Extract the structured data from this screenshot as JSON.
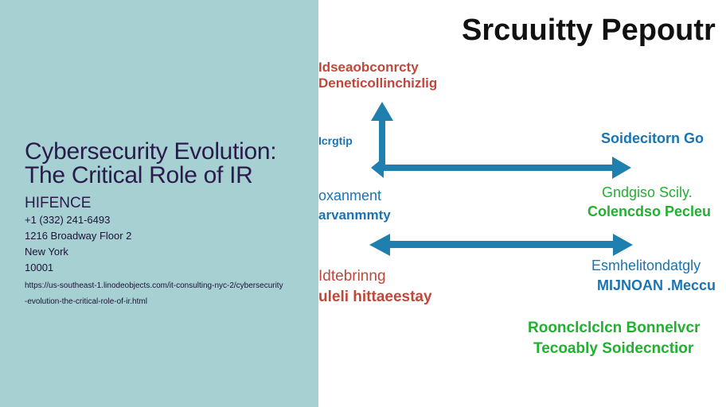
{
  "info": {
    "title": "Cybersecurity Evolution: The Critical Role of IR",
    "company": "HIFENCE",
    "phone": "+1 (332) 241-6493",
    "address": "1216 Broadway Floor 2",
    "city": "New York",
    "zip": "10001",
    "url": "https://us-southeast-1.linodeobjects.com/it-consulting-nyc-2/cybersecurity-evolution-the-critical-role-of-ir.html"
  },
  "diagram": {
    "heading": "Srcuuitty Pepoutr",
    "colors": {
      "red": "#c2473a",
      "blue": "#1a74b3",
      "arrow": "#1f7fae",
      "green": "#22b030",
      "heading": "#111111"
    },
    "labels": {
      "top_left_1": "Idseaobconrcty",
      "top_left_2": "Deneticollinchizlig",
      "mid_left": "Icrgtip",
      "mid_right": "Soidecitorn Go",
      "left_2a": "oxanment",
      "left_2b": "arvanmmty",
      "right_2a": "Gndgiso Scily.",
      "right_2b": "Colencdso Pecleu",
      "left_3a": "Idtebrinng",
      "left_3b": "uleli hittaeestay",
      "right_3a": "Esmhelitondatgly",
      "right_3b": "MIJNOAN .Meccu",
      "bottom_1": "Roonclclclcn Bonnelvcr",
      "bottom_2": "Tecoably Soidecnctior"
    }
  }
}
